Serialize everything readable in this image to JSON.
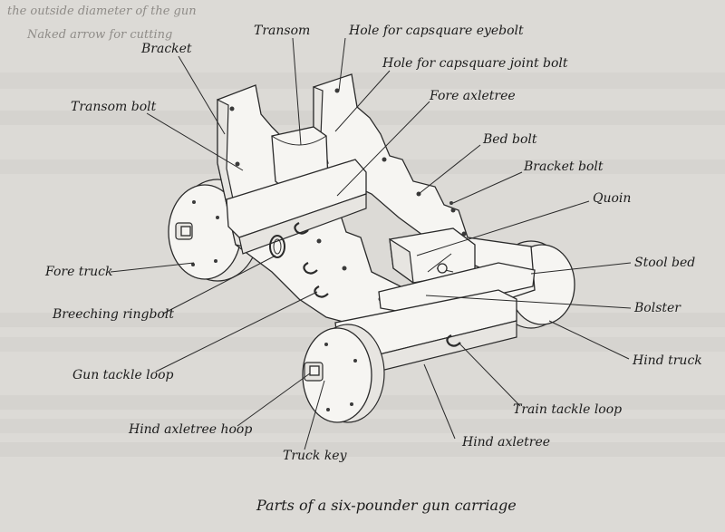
{
  "page_header": {
    "line1": "the outside diameter of the gun",
    "line2": "Naked arrow for cutting"
  },
  "labels": {
    "transom": "Transom",
    "hole_capsquare_eyebolt": "Hole for capsquare eyebolt",
    "bracket": "Bracket",
    "hole_capsquare_joint_bolt": "Hole for capsquare joint bolt",
    "transom_bolt": "Transom bolt",
    "fore_axletree": "Fore axletree",
    "bed_bolt": "Bed bolt",
    "bracket_bolt": "Bracket bolt",
    "quoin": "Quoin",
    "fore_truck": "Fore truck",
    "stool_bed": "Stool bed",
    "breeching_ringbolt": "Breeching ringbolt",
    "bolster": "Bolster",
    "hind_truck": "Hind truck",
    "gun_tackle_loop": "Gun tackle loop",
    "train_tackle_loop": "Train tackle loop",
    "hind_axletree_hoop": "Hind axletree hoop",
    "hind_axletree": "Hind axletree",
    "truck_key": "Truck key"
  },
  "caption": "Parts of  a six-pounder gun carriage"
}
